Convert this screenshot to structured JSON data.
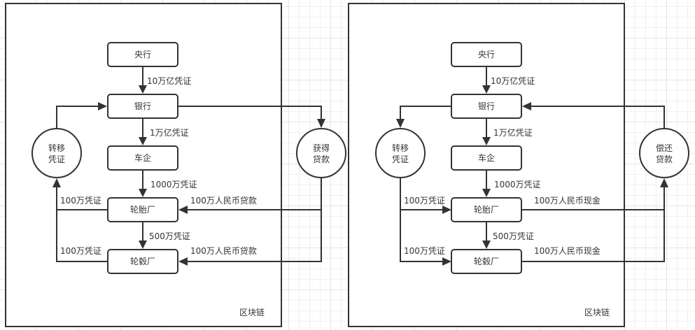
{
  "diagram": {
    "panels": [
      {
        "caption": "区块链",
        "nodes": {
          "central_bank": "央行",
          "bank": "银行",
          "automaker": "车企",
          "tire_factory": "轮胎厂",
          "hub_factory": "轮毂厂",
          "left_circle_line1": "转移",
          "left_circle_line2": "凭证",
          "right_circle_line1": "获得",
          "right_circle_line2": "贷款"
        },
        "edges": {
          "central_to_bank": "10万亿凭证",
          "bank_to_automaker": "1万亿凭证",
          "automaker_to_tire": "1000万凭证",
          "tire_to_hub": "500万凭证",
          "tire_to_transfer": "100万凭证",
          "hub_to_transfer": "100万凭证",
          "loan_to_tire": "100万人民币贷款",
          "loan_to_hub": "100万人民币贷款"
        }
      },
      {
        "caption": "区块链",
        "nodes": {
          "central_bank": "央行",
          "bank": "银行",
          "automaker": "车企",
          "tire_factory": "轮胎厂",
          "hub_factory": "轮毂厂",
          "left_circle_line1": "转移",
          "left_circle_line2": "凭证",
          "right_circle_line1": "偿还",
          "right_circle_line2": "贷款"
        },
        "edges": {
          "central_to_bank": "10万亿凭证",
          "bank_to_automaker": "1万亿凭证",
          "automaker_to_tire": "1000万凭证",
          "tire_to_hub": "500万凭证",
          "transfer_to_tire": "100万凭证",
          "transfer_to_hub": "100万凭证",
          "tire_to_repay": "100万人民币现金",
          "hub_to_repay": "100万人民币现金"
        }
      }
    ]
  }
}
